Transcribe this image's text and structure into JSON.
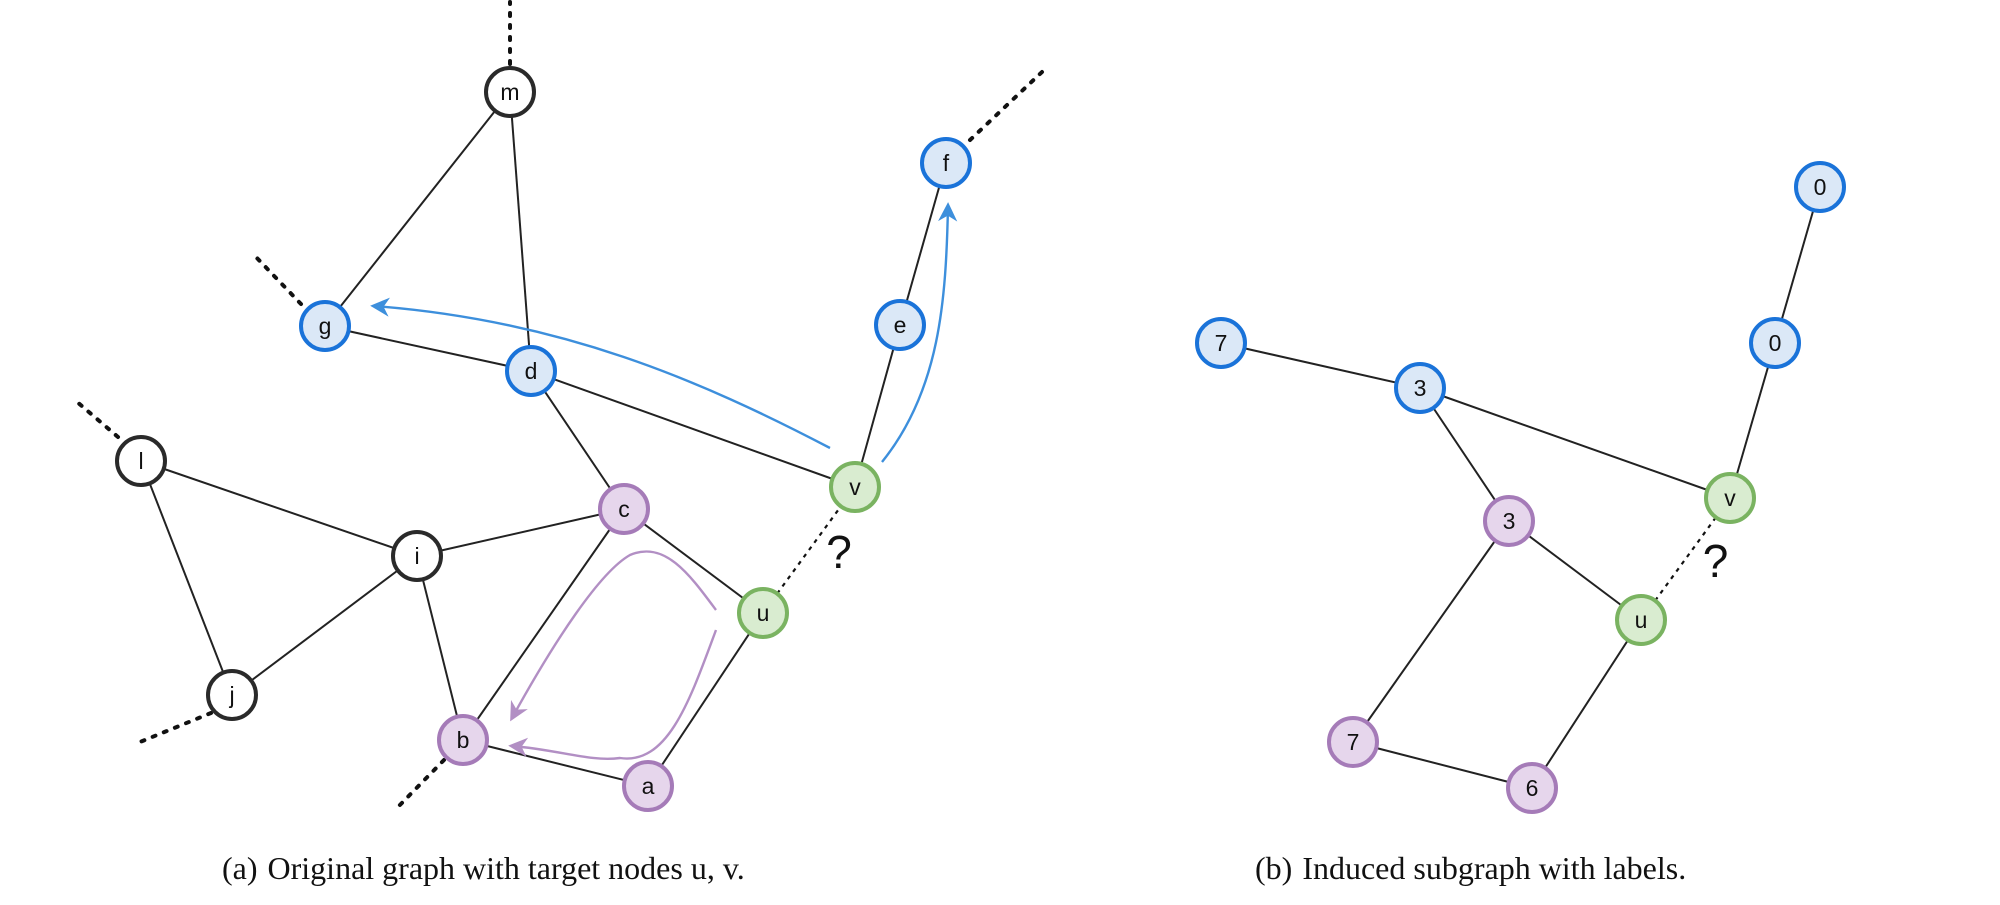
{
  "colors": {
    "edge": "#222222",
    "plain_fill": "#ffffff",
    "plain_stroke": "#2a2a2a",
    "blue_fill": "#dbe8f7",
    "blue_stroke": "#1a73d9",
    "purple_fill": "#e6d6ec",
    "purple_stroke": "#a57bb8",
    "green_fill": "#d9ecd0",
    "green_stroke": "#7ab361",
    "arrow_blue": "#3d8fdc",
    "arrow_purple": "#b28fc4"
  },
  "graph_a": {
    "nodes": [
      {
        "id": "m",
        "label": "m",
        "group": "plain"
      },
      {
        "id": "f",
        "label": "f",
        "group": "blue"
      },
      {
        "id": "g",
        "label": "g",
        "group": "blue"
      },
      {
        "id": "e",
        "label": "e",
        "group": "blue"
      },
      {
        "id": "d",
        "label": "d",
        "group": "blue"
      },
      {
        "id": "l",
        "label": "l",
        "group": "plain"
      },
      {
        "id": "v",
        "label": "v",
        "group": "green"
      },
      {
        "id": "c",
        "label": "c",
        "group": "purple"
      },
      {
        "id": "i",
        "label": "i",
        "group": "plain"
      },
      {
        "id": "u",
        "label": "u",
        "group": "green"
      },
      {
        "id": "j",
        "label": "j",
        "group": "plain"
      },
      {
        "id": "b",
        "label": "b",
        "group": "purple"
      },
      {
        "id": "a",
        "label": "a",
        "group": "purple"
      }
    ],
    "edges": [
      [
        "m",
        "g"
      ],
      [
        "m",
        "d"
      ],
      [
        "g",
        "d"
      ],
      [
        "d",
        "v"
      ],
      [
        "d",
        "c"
      ],
      [
        "f",
        "e"
      ],
      [
        "e",
        "v"
      ],
      [
        "l",
        "i"
      ],
      [
        "l",
        "j"
      ],
      [
        "i",
        "j"
      ],
      [
        "i",
        "c"
      ],
      [
        "i",
        "b"
      ],
      [
        "c",
        "u"
      ],
      [
        "c",
        "b"
      ],
      [
        "b",
        "a"
      ],
      [
        "a",
        "u"
      ]
    ],
    "query_edge": [
      "u",
      "v"
    ],
    "query_label": "?"
  },
  "graph_b": {
    "nodes": [
      {
        "id": "b0a",
        "label": "0",
        "group": "blue"
      },
      {
        "id": "b7",
        "label": "7",
        "group": "blue"
      },
      {
        "id": "b0b",
        "label": "0",
        "group": "blue"
      },
      {
        "id": "b3",
        "label": "3",
        "group": "blue"
      },
      {
        "id": "bv",
        "label": "v",
        "group": "green"
      },
      {
        "id": "p3",
        "label": "3",
        "group": "purple"
      },
      {
        "id": "bu",
        "label": "u",
        "group": "green"
      },
      {
        "id": "p7",
        "label": "7",
        "group": "purple"
      },
      {
        "id": "p6",
        "label": "6",
        "group": "purple"
      }
    ],
    "edges": [
      [
        "b0a",
        "b0b"
      ],
      [
        "b0b",
        "bv"
      ],
      [
        "b7",
        "b3"
      ],
      [
        "b3",
        "bv"
      ],
      [
        "b3",
        "p3"
      ],
      [
        "p3",
        "bu"
      ],
      [
        "p3",
        "p7"
      ],
      [
        "p7",
        "p6"
      ],
      [
        "p6",
        "bu"
      ]
    ],
    "query_edge": [
      "bu",
      "bv"
    ],
    "query_label": "?"
  },
  "captions": {
    "a_tag": "(a)",
    "a_text": "Original graph with target nodes u, v.",
    "b_tag": "(b)",
    "b_text": "Induced subgraph with labels."
  }
}
